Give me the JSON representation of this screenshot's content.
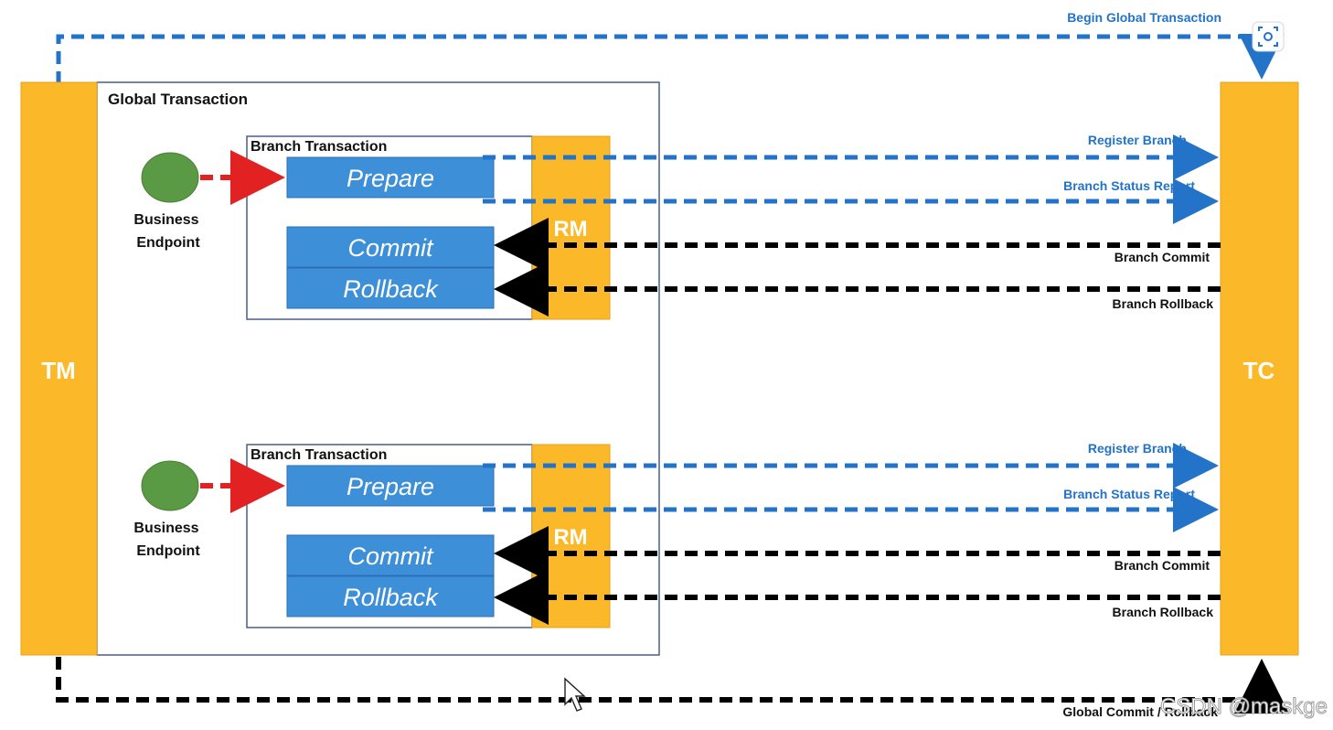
{
  "actors": {
    "tm": "TM",
    "tc": "TC"
  },
  "global_transaction_label": "Global Transaction",
  "branches": [
    {
      "title": "Branch Transaction",
      "endpoint_line1": "Business",
      "endpoint_line2": "Endpoint",
      "prepare": "Prepare",
      "commit": "Commit",
      "rollback": "Rollback",
      "rm": "RM",
      "register": "Register Branch",
      "status_report": "Branch Status Report",
      "branch_commit": "Branch Commit",
      "branch_rollback": "Branch Rollback"
    },
    {
      "title": "Branch Transaction",
      "endpoint_line1": "Business",
      "endpoint_line2": "Endpoint",
      "prepare": "Prepare",
      "commit": "Commit",
      "rollback": "Rollback",
      "rm": "RM",
      "register": "Register Branch",
      "status_report": "Branch Status Report",
      "branch_commit": "Branch Commit",
      "branch_rollback": "Branch Rollback"
    }
  ],
  "begin_global": "Begin Global Transaction",
  "global_commit_rollback": "Global Commit / Rollback",
  "watermark": "CSDN @maskge",
  "colors": {
    "actor": "#fbb829",
    "box": "#3d8fd8",
    "blue_arrow": "#2373c9",
    "black_arrow": "#000000",
    "red_arrow": "#e22222",
    "endpoint": "#5a9a44"
  }
}
